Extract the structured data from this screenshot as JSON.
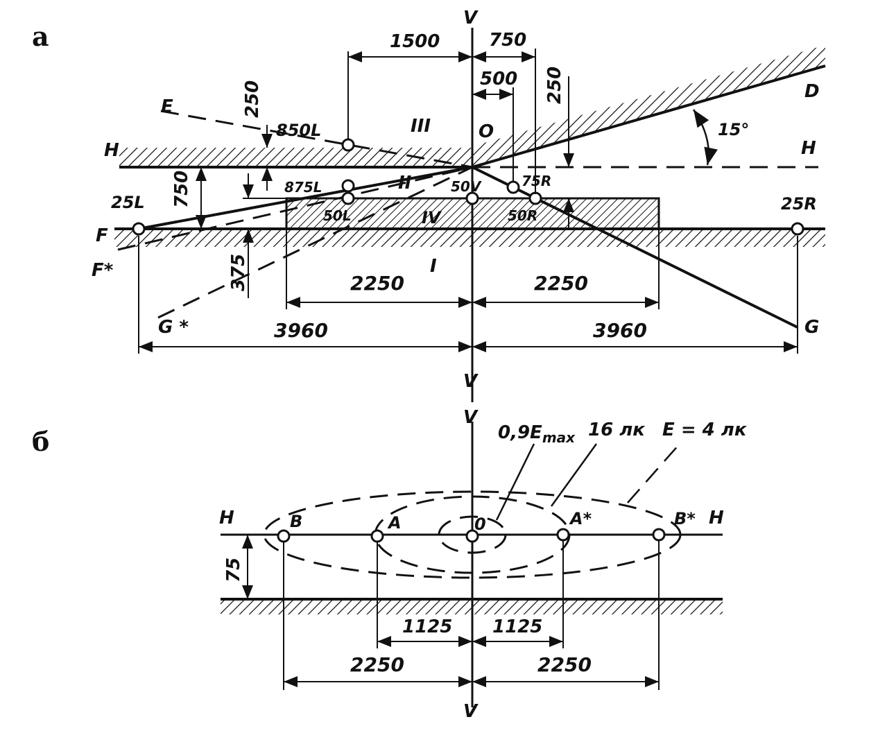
{
  "panel_a": {
    "panel_label": "а",
    "axis_top": "V",
    "axis_bottom": "V",
    "dim_1500": "1500",
    "dim_750_top": "750",
    "dim_500": "500",
    "dim_250_left": "250",
    "dim_250_right": "250",
    "dim_750_left": "750",
    "dim_375": "375",
    "dim_2250_left": "2250",
    "dim_2250_right": "2250",
    "dim_3960_left": "3960",
    "dim_3960_right": "3960",
    "angle": "15°",
    "line_E": "E",
    "line_D": "D",
    "line_H_left": "H",
    "line_H_right": "H",
    "line_F": "F",
    "line_F_star": "F*",
    "line_G": "G",
    "line_G_star": "G *",
    "point_O": "O",
    "zone_I": "I",
    "zone_II": "II",
    "zone_III": "III",
    "zone_IV": "IV",
    "pt_850L": "850L",
    "pt_875L": "875L",
    "pt_75R": "75R",
    "pt_50V": "50V",
    "pt_50L": "50L",
    "pt_50R": "50R",
    "pt_25L": "25L",
    "pt_25R": "25R"
  },
  "panel_b": {
    "panel_label": "б",
    "axis_top": "V",
    "axis_bottom": "V",
    "iso_inner": "0,9E",
    "iso_inner_sub": "max",
    "iso_middle": "16 лк",
    "iso_outer": "E = 4 лк",
    "line_H_left": "H",
    "line_H_right": "H",
    "pt_B": "B",
    "pt_A": "A",
    "pt_O": "0",
    "pt_A_star": "A*",
    "pt_B_star": "B*",
    "dim_75": "75",
    "dim_1125_left": "1125",
    "dim_1125_right": "1125",
    "dim_2250_left": "2250",
    "dim_2250_right": "2250"
  }
}
